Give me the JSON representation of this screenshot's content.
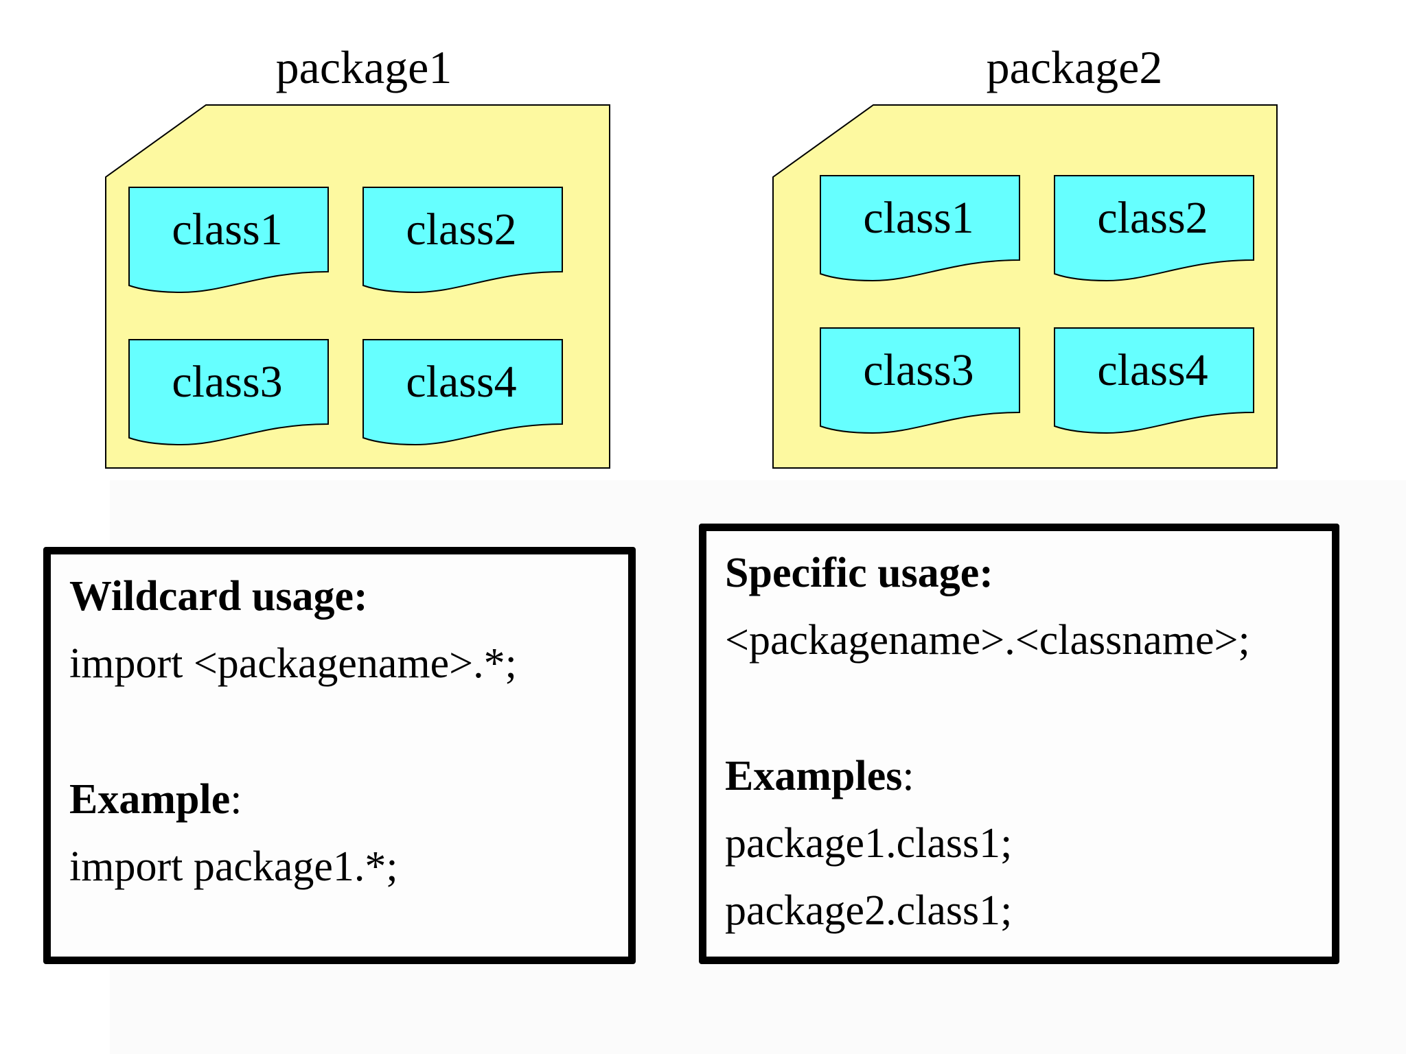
{
  "packages": [
    {
      "title": "package1",
      "classes": [
        "class1",
        "class2",
        "class3",
        "class4"
      ]
    },
    {
      "title": "package2",
      "classes": [
        "class1",
        "class2",
        "class3",
        "class4"
      ]
    }
  ],
  "wildcard": {
    "heading": "Wildcard usage:",
    "syntax": "import <packagename>.*;",
    "example_label": "Example",
    "example_colon": ":",
    "example": "import package1.*;"
  },
  "specific": {
    "heading": "Specific usage:",
    "syntax": "<packagename>.<classname>;",
    "examples_label": "Examples",
    "examples_colon": ":",
    "examples": [
      "package1.class1;",
      "package2.class1;"
    ]
  },
  "colors": {
    "package_fill": "#fdf9a0",
    "class_fill": "#66ffff",
    "stroke": "#000000"
  }
}
